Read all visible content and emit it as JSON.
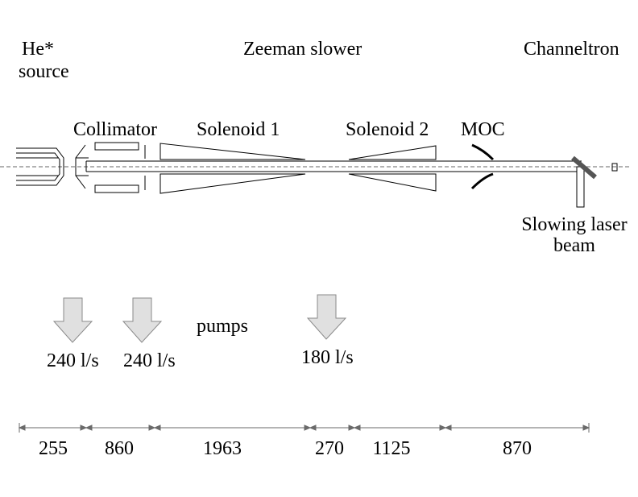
{
  "labels": {
    "he_source_line1": "He*",
    "he_source_line2": "source",
    "zeeman_slower": "Zeeman slower",
    "channeltron": "Channeltron",
    "collimator": "Collimator",
    "solenoid1": "Solenoid 1",
    "solenoid2": "Solenoid 2",
    "moc": "MOC",
    "slowing_line1": "Slowing laser",
    "slowing_line2": "beam",
    "pumps": "pumps"
  },
  "pump_speeds": [
    "240 l/s",
    "240 l/s",
    "180 l/s"
  ],
  "segment_lengths": [
    "255",
    "860",
    "1963",
    "270",
    "1125",
    "870"
  ],
  "colors": {
    "line": "#000000",
    "pump_fill": "#e0e0e0",
    "pump_stroke": "#8a8a8a",
    "dim_line": "#6a6a6a",
    "mirror": "#555555"
  }
}
